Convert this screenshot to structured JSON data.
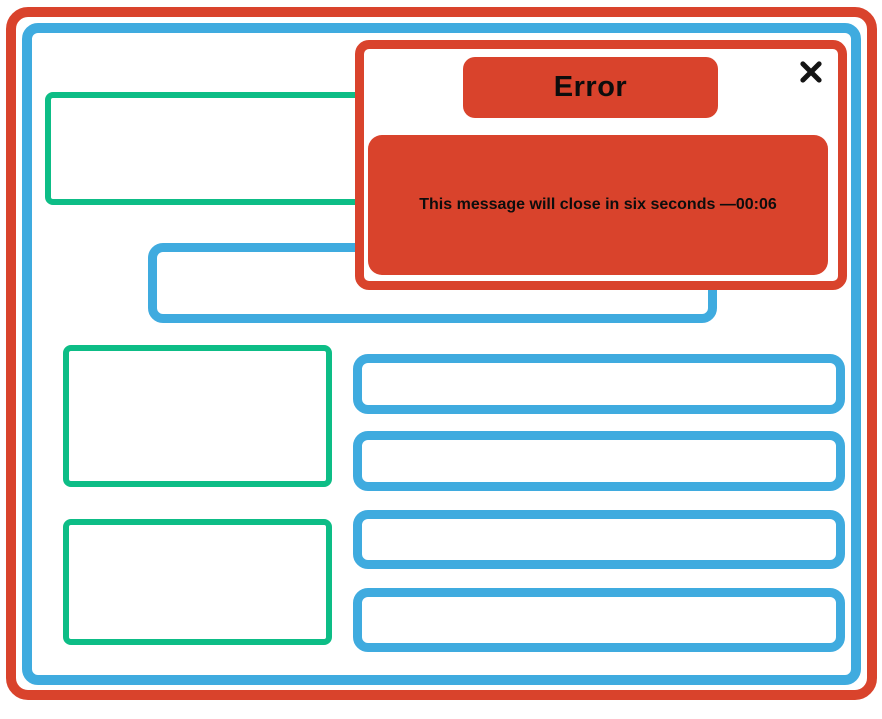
{
  "window": {
    "background": "#ffffff",
    "palette": {
      "frame_red": "#d9432c",
      "frame_blue": "#3fabdf",
      "box_green": "#0dbd86",
      "text": "#0d0d0d"
    }
  },
  "modal": {
    "title": "Error",
    "message": "This message will close in six seconds —00:06",
    "countdown": "00:06",
    "close_icon": "x-icon"
  }
}
